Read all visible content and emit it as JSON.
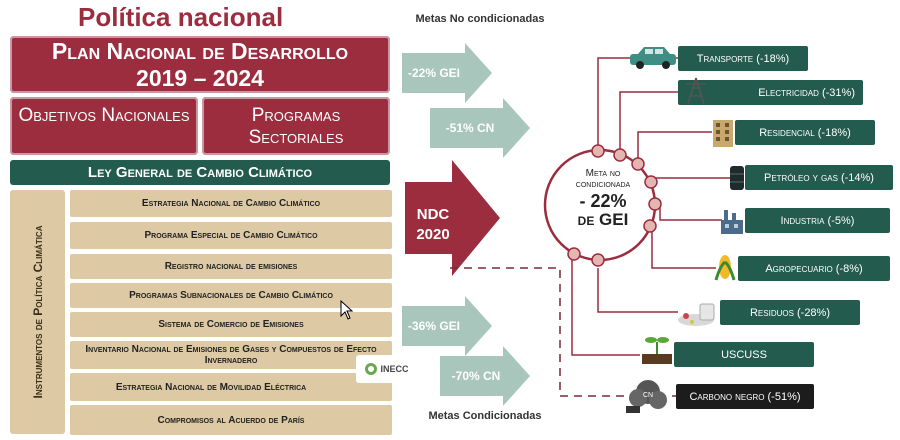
{
  "title": "Política nacional",
  "plan": {
    "line1": "Plan Nacional de Desarrollo",
    "line2": "2019 – 2024"
  },
  "objetivos": "Objetivos Nacionales",
  "programas": "Programas Sectoriales",
  "ley": "Ley General de Cambio Climático",
  "instrumentos_label": "Instrumentos de Política Climática",
  "instrumentos": [
    "Estrategia Nacional de Cambio Climático",
    "Programa Especial de Cambio Climático",
    "Registro nacional de emisiones",
    "Programas Subnacionales de Cambio Climático",
    "Sistema de Comercio de Emisiones",
    "Inventario Nacional de Emisiones de Gases y Compuestos de Efecto Invernadero",
    "Estrategia Nacional de Movilidad Eléctrica",
    "Compromisos al Acuerdo de París"
  ],
  "inecc": "INECC",
  "metas_no_cond": "Metas No condicionadas",
  "metas_cond": "Metas Condicionadas",
  "arrows": {
    "gei_22": "-22% GEI",
    "cn_51": "-51% CN",
    "ndc": "NDC 2020",
    "gei_36": "-36% GEI",
    "cn_70": "-70% CN"
  },
  "center": {
    "line1": "Meta no condicionada",
    "value": "- 22%",
    "unit": "de GEI"
  },
  "sectors": [
    {
      "label": "Transporte (-18%)",
      "icon": "car-icon"
    },
    {
      "label": "Electricidad (-31%)",
      "icon": "power-tower-icon"
    },
    {
      "label": "Residencial (-18%)",
      "icon": "building-icon"
    },
    {
      "label": "Petróleo y gas (-14%)",
      "icon": "oil-barrel-icon"
    },
    {
      "label": "Industria (-5%)",
      "icon": "factory-icon"
    },
    {
      "label": "Agropecuario (-8%)",
      "icon": "corn-icon"
    },
    {
      "label": "Residuos (-28%)",
      "icon": "trash-icon"
    },
    {
      "label": "USCUSS",
      "icon": "sprout-icon"
    },
    {
      "label": "Carbono negro (-51%)",
      "icon": "smoke-icon"
    }
  ],
  "colors": {
    "maroon": "#9b2d3f",
    "green": "#235b4e",
    "beige": "#ddc9a3",
    "teal_arrow": "#a9c6bd",
    "pink_node": "#e3b6b2"
  }
}
